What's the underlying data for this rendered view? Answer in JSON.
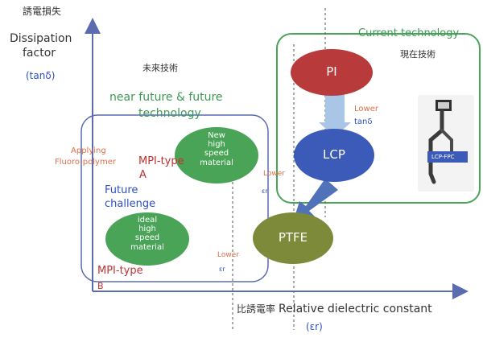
{
  "axes": {
    "y_label_jp": "誘電損失",
    "y_label_line1": "Dissipation",
    "y_label_line2": "factor",
    "y_symbol": "(tanδ)",
    "x_label_jp": "比誘電率",
    "x_label_en": "Relative dielectric constant",
    "x_symbol": "(εr)"
  },
  "regions": {
    "current": {
      "title_en": "Current technology",
      "title_jp": "現在技術"
    },
    "future": {
      "title_jp": "未來技術",
      "title_en_line1": "near future & future",
      "title_en_line2": "technology"
    }
  },
  "labels": {
    "applying_line1": "Applying",
    "applying_line2": "Fluoro-polymer",
    "mpi_a_line1": "MPI-type",
    "mpi_a_line2": "A",
    "future_line1": "Future",
    "future_line2": "challenge",
    "mpi_b_line1": "MPI-type",
    "mpi_b_line2": "B",
    "lower_tand_line1": "Lower",
    "lower_tand_line2": "tanδ",
    "lower_er_mid_line1": "Lower",
    "lower_er_mid_line2": "εr",
    "lower_er_bottom_line1": "Lower",
    "lower_er_bottom_line2": "εr"
  },
  "materials": {
    "pi": "PI",
    "lcp": "LCP",
    "ptfe": "PTFE",
    "new_line1": "New",
    "new_line2": "high",
    "new_line3": "speed",
    "new_line4": "material",
    "ideal_line1": "ideal",
    "ideal_line2": "high",
    "ideal_line3": "speed",
    "ideal_line4": "material"
  },
  "photo": {
    "caption": "LCP-FPC"
  },
  "colors": {
    "axis": "#5a6bb0",
    "green_text": "#3b9a54",
    "green_fill": "#4aa457",
    "pi_fill": "#b83a3a",
    "lcp_fill": "#3c5bb8",
    "ptfe_fill": "#7d8a3a",
    "red_text": "#c03232",
    "blue_text": "#2e4fc0",
    "orange_text": "#e0704a"
  }
}
